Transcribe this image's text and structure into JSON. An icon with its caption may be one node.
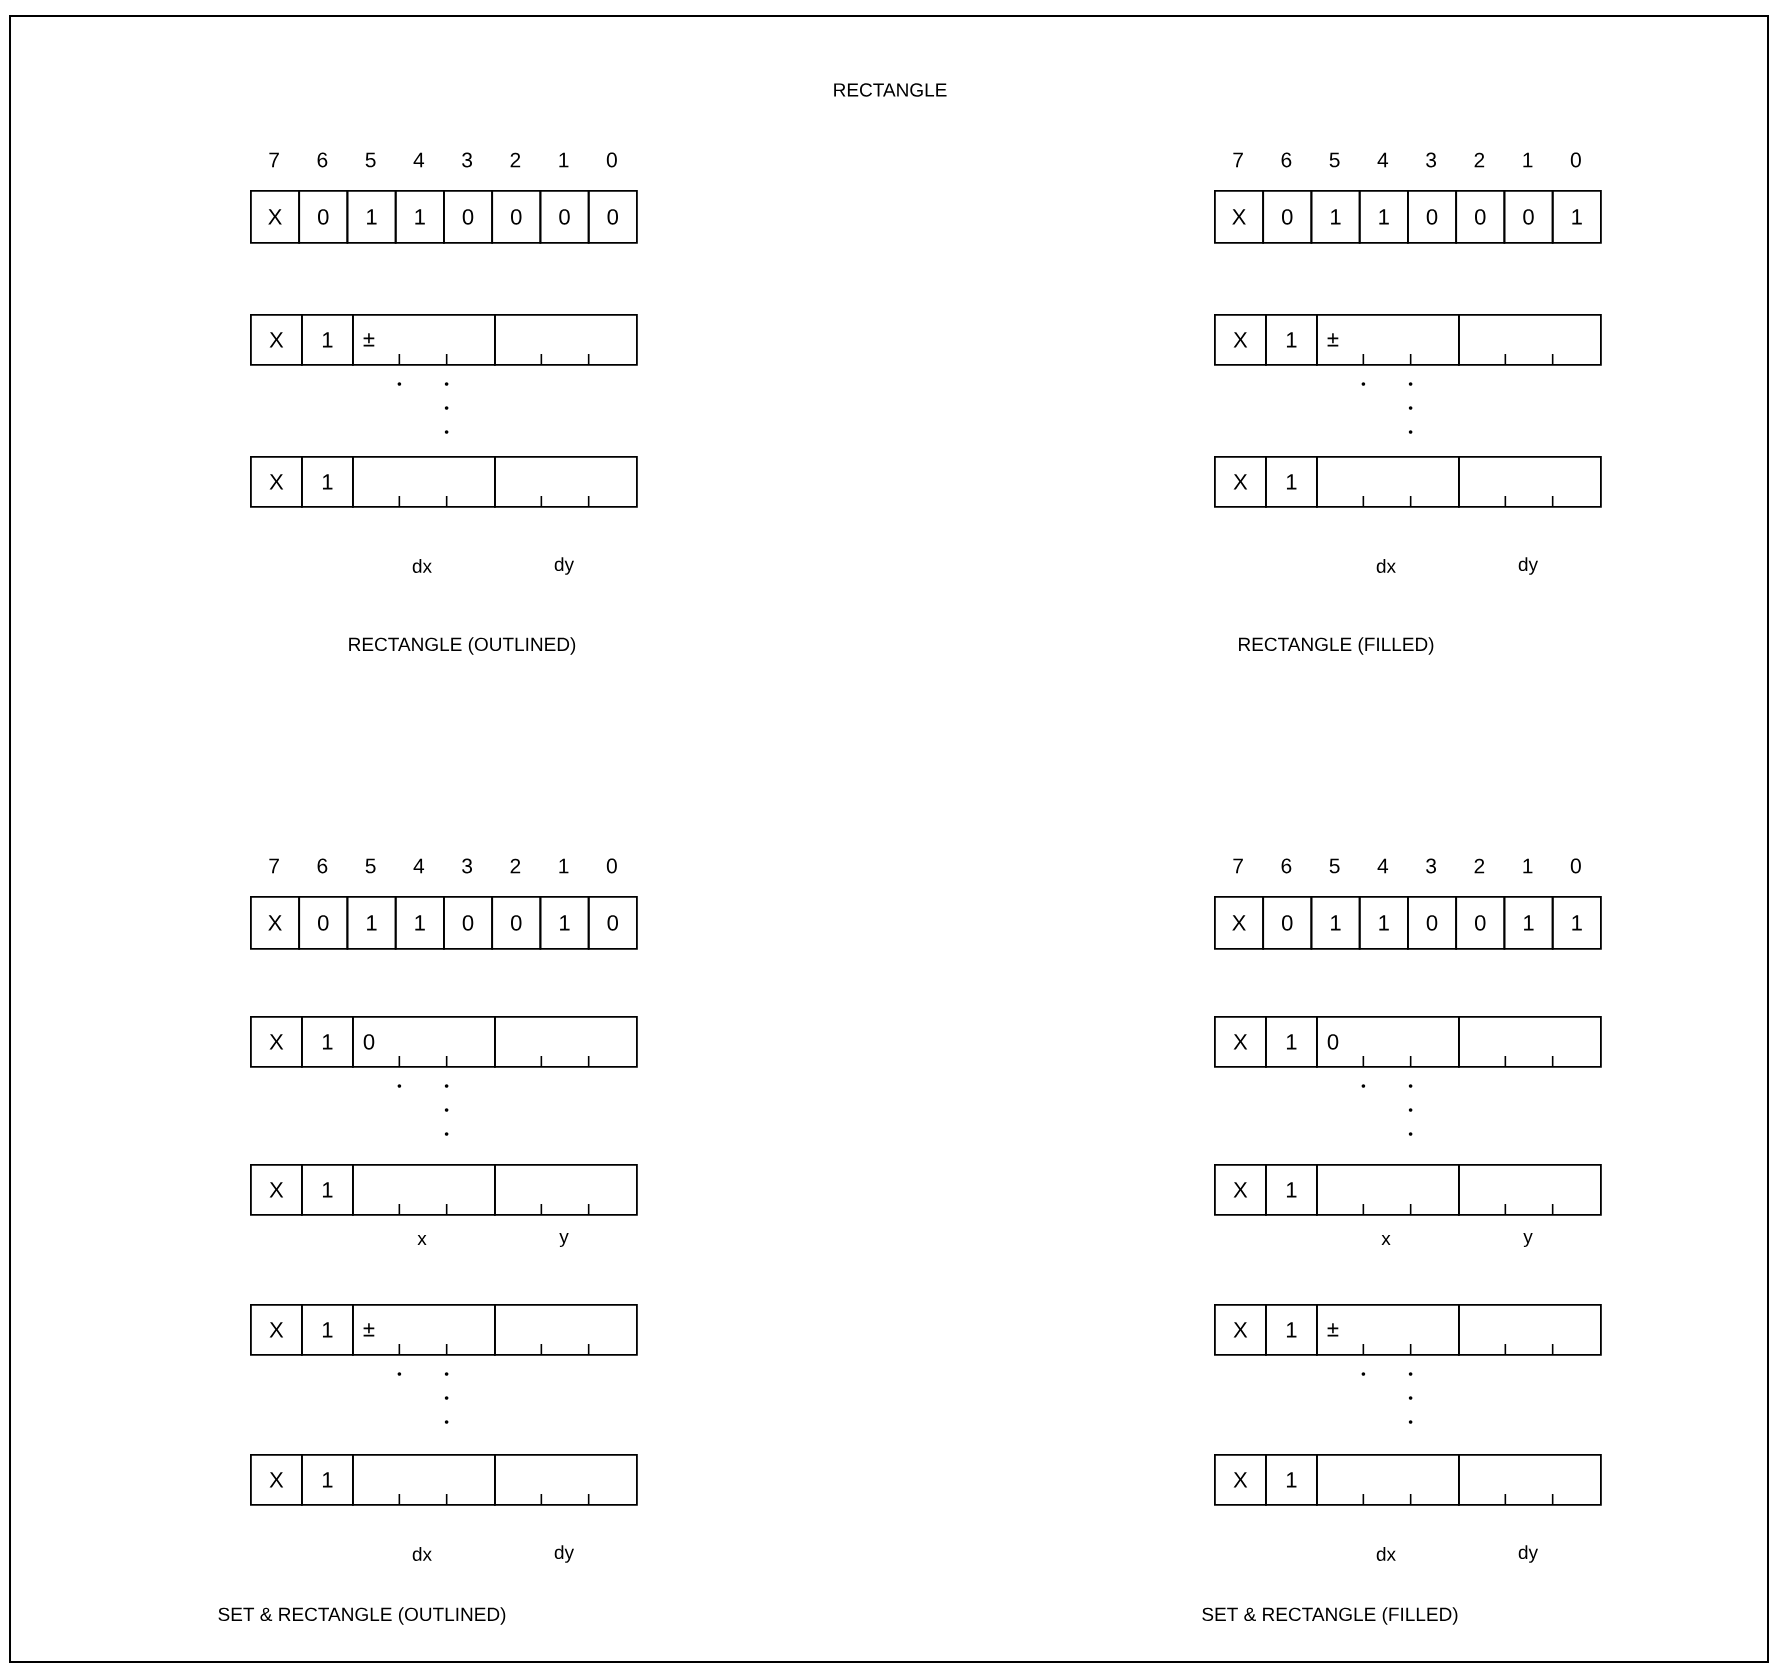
{
  "diagram": {
    "title": "RECTANGLE",
    "nodes": [
      {
        "text": [
          "X"
        ]
      },
      {
        "text": [
          "0"
        ]
      },
      {
        "text": [
          "1"
        ]
      },
      {
        "text": [
          "1"
        ]
      },
      {
        "text": [
          "0"
        ]
      },
      {
        "text": [
          "0"
        ]
      },
      {
        "text": [
          "0"
        ]
      },
      {
        "text": [
          "0"
        ]
      },
      {
        "text": [
          "X"
        ]
      },
      {
        "text": [
          "1"
        ]
      },
      {
        "text": [
          "±"
        ]
      },
      {
        "text": [],
        "shape": "box"
      },
      {
        "text": [
          "X"
        ]
      },
      {
        "text": [
          "1"
        ]
      },
      {
        "text": [],
        "shape": "box"
      },
      {
        "text": [],
        "shape": "box"
      },
      {
        "text": [
          "X"
        ]
      },
      {
        "text": [
          "0"
        ]
      },
      {
        "text": [
          "1"
        ]
      },
      {
        "text": [
          "1"
        ]
      },
      {
        "text": [
          "0"
        ]
      },
      {
        "text": [
          "0"
        ]
      },
      {
        "text": [
          "0"
        ]
      },
      {
        "text": [
          "1"
        ]
      },
      {
        "text": [
          "X"
        ]
      },
      {
        "text": [
          "1"
        ]
      },
      {
        "text": [
          "±"
        ]
      },
      {
        "text": [],
        "shape": "box"
      },
      {
        "text": [
          "X"
        ]
      },
      {
        "text": [
          "1"
        ]
      },
      {
        "text": [],
        "shape": "box"
      },
      {
        "text": [],
        "shape": "box"
      },
      {
        "text": [
          "X"
        ]
      },
      {
        "text": [
          "0"
        ]
      },
      {
        "text": [
          "1"
        ]
      },
      {
        "text": [
          "1"
        ]
      },
      {
        "text": [
          "0"
        ]
      },
      {
        "text": [
          "0"
        ]
      },
      {
        "text": [
          "1"
        ]
      },
      {
        "text": [
          "0"
        ]
      },
      {
        "text": [
          "X"
        ]
      },
      {
        "text": [
          "1"
        ]
      },
      {
        "text": [
          "0"
        ]
      },
      {
        "text": [],
        "shape": "box"
      },
      {
        "text": [
          "X"
        ]
      },
      {
        "text": [
          "1"
        ]
      },
      {
        "text": [],
        "shape": "box"
      },
      {
        "text": [],
        "shape": "box"
      },
      {
        "text": [
          "X"
        ]
      },
      {
        "text": [
          "1"
        ]
      },
      {
        "text": [
          "±"
        ]
      },
      {
        "text": [],
        "shape": "box"
      },
      {
        "text": [
          "X"
        ]
      },
      {
        "text": [
          "1"
        ]
      },
      {
        "text": [],
        "shape": "box"
      },
      {
        "text": [],
        "shape": "box"
      },
      {
        "text": [
          "X"
        ]
      },
      {
        "text": [
          "0"
        ]
      },
      {
        "text": [
          "1"
        ]
      },
      {
        "text": [
          "1"
        ]
      },
      {
        "text": [
          "0"
        ]
      },
      {
        "text": [
          "0"
        ]
      },
      {
        "text": [
          "1"
        ]
      },
      {
        "text": [
          "1"
        ]
      },
      {
        "text": [
          "X"
        ]
      },
      {
        "text": [
          "1"
        ]
      },
      {
        "text": [
          "0"
        ]
      },
      {
        "text": [],
        "shape": "box"
      },
      {
        "text": [
          "X"
        ]
      },
      {
        "text": [
          "1"
        ]
      },
      {
        "text": [],
        "shape": "box"
      },
      {
        "text": [],
        "shape": "box"
      },
      {
        "text": [
          "X"
        ]
      },
      {
        "text": [
          "1"
        ]
      },
      {
        "text": [
          "±"
        ]
      },
      {
        "text": [],
        "shape": "box"
      },
      {
        "text": [
          "X"
        ]
      },
      {
        "text": [
          "1"
        ]
      },
      {
        "text": [],
        "shape": "box"
      },
      {
        "text": [],
        "shape": "box"
      }
    ],
    "labels": [
      "7",
      "6",
      "5",
      "4",
      "3",
      "2",
      "1",
      "0",
      "dx",
      "dy",
      "RECTANGLE (OUTLINED)",
      "7",
      "6",
      "5",
      "4",
      "3",
      "2",
      "1",
      "0",
      "dx",
      "dy",
      "RECTANGLE (FILLED)",
      "7",
      "6",
      "5",
      "4",
      "3",
      "2",
      "1",
      "0",
      "x",
      "y",
      "dx",
      "dy",
      "SET & RECTANGLE (OUTLINED)",
      "7",
      "6",
      "5",
      "4",
      "3",
      "2",
      "1",
      "0",
      "x",
      "y",
      "dx",
      "dy",
      "SET & RECTANGLE (FILLED)"
    ]
  }
}
